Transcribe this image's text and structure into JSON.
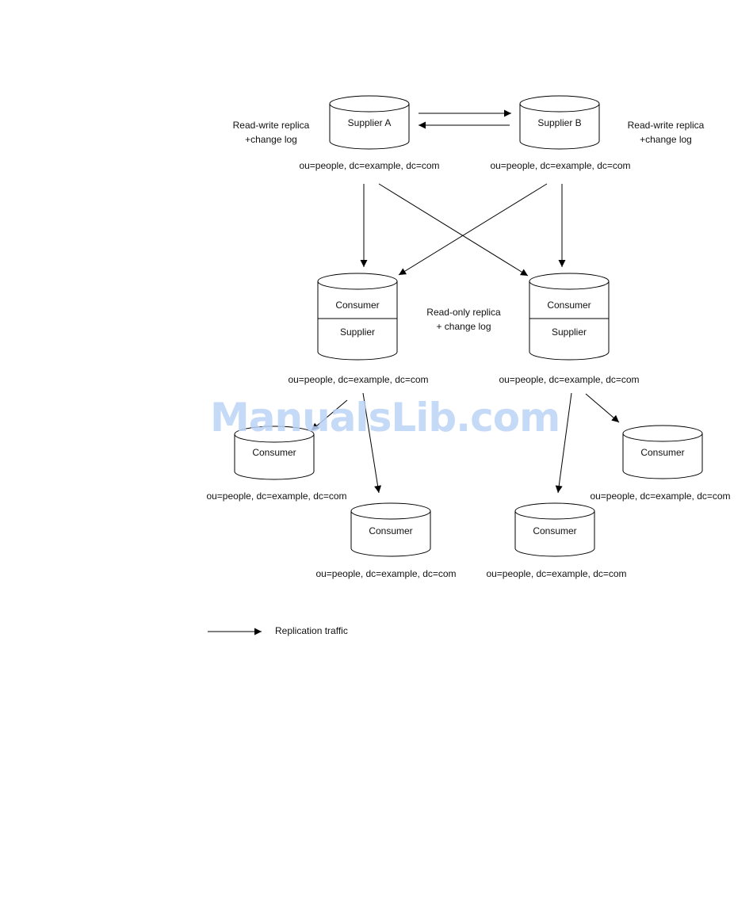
{
  "nodes": {
    "supplier_a": {
      "label": "Supplier A",
      "dn": "ou=people, dc=example, dc=com"
    },
    "supplier_b": {
      "label": "Supplier B",
      "dn": "ou=people, dc=example, dc=com"
    },
    "hub_left": {
      "top_label": "Consumer",
      "bottom_label": "Supplier",
      "dn": "ou=people, dc=example, dc=com"
    },
    "hub_right": {
      "top_label": "Consumer",
      "bottom_label": "Supplier",
      "dn": "ou=people, dc=example, dc=com"
    },
    "consumer_1": {
      "label": "Consumer",
      "dn": "ou=people, dc=example, dc=com"
    },
    "consumer_2": {
      "label": "Consumer",
      "dn": "ou=people, dc=example, dc=com"
    },
    "consumer_3": {
      "label": "Consumer",
      "dn": "ou=people, dc=example, dc=com"
    },
    "consumer_4": {
      "label": "Consumer",
      "dn": "ou=people, dc=example, dc=com"
    }
  },
  "annotations": {
    "rw_left": [
      "Read-write replica",
      "+change log"
    ],
    "rw_right": [
      "Read-write replica",
      "+change log"
    ],
    "ro_middle": [
      "Read-only replica",
      "+ change log"
    ]
  },
  "edges": [
    {
      "from": "supplier_a",
      "to": "supplier_b"
    },
    {
      "from": "supplier_b",
      "to": "supplier_a"
    },
    {
      "from": "supplier_a",
      "to": "hub_left"
    },
    {
      "from": "supplier_a",
      "to": "hub_right"
    },
    {
      "from": "supplier_b",
      "to": "hub_left"
    },
    {
      "from": "supplier_b",
      "to": "hub_right"
    },
    {
      "from": "hub_left",
      "to": "consumer_1"
    },
    {
      "from": "hub_left",
      "to": "consumer_2"
    },
    {
      "from": "hub_right",
      "to": "consumer_3"
    },
    {
      "from": "hub_right",
      "to": "consumer_4"
    }
  ],
  "legend": {
    "label": "Replication traffic"
  },
  "watermark": "ManualsLib.com"
}
